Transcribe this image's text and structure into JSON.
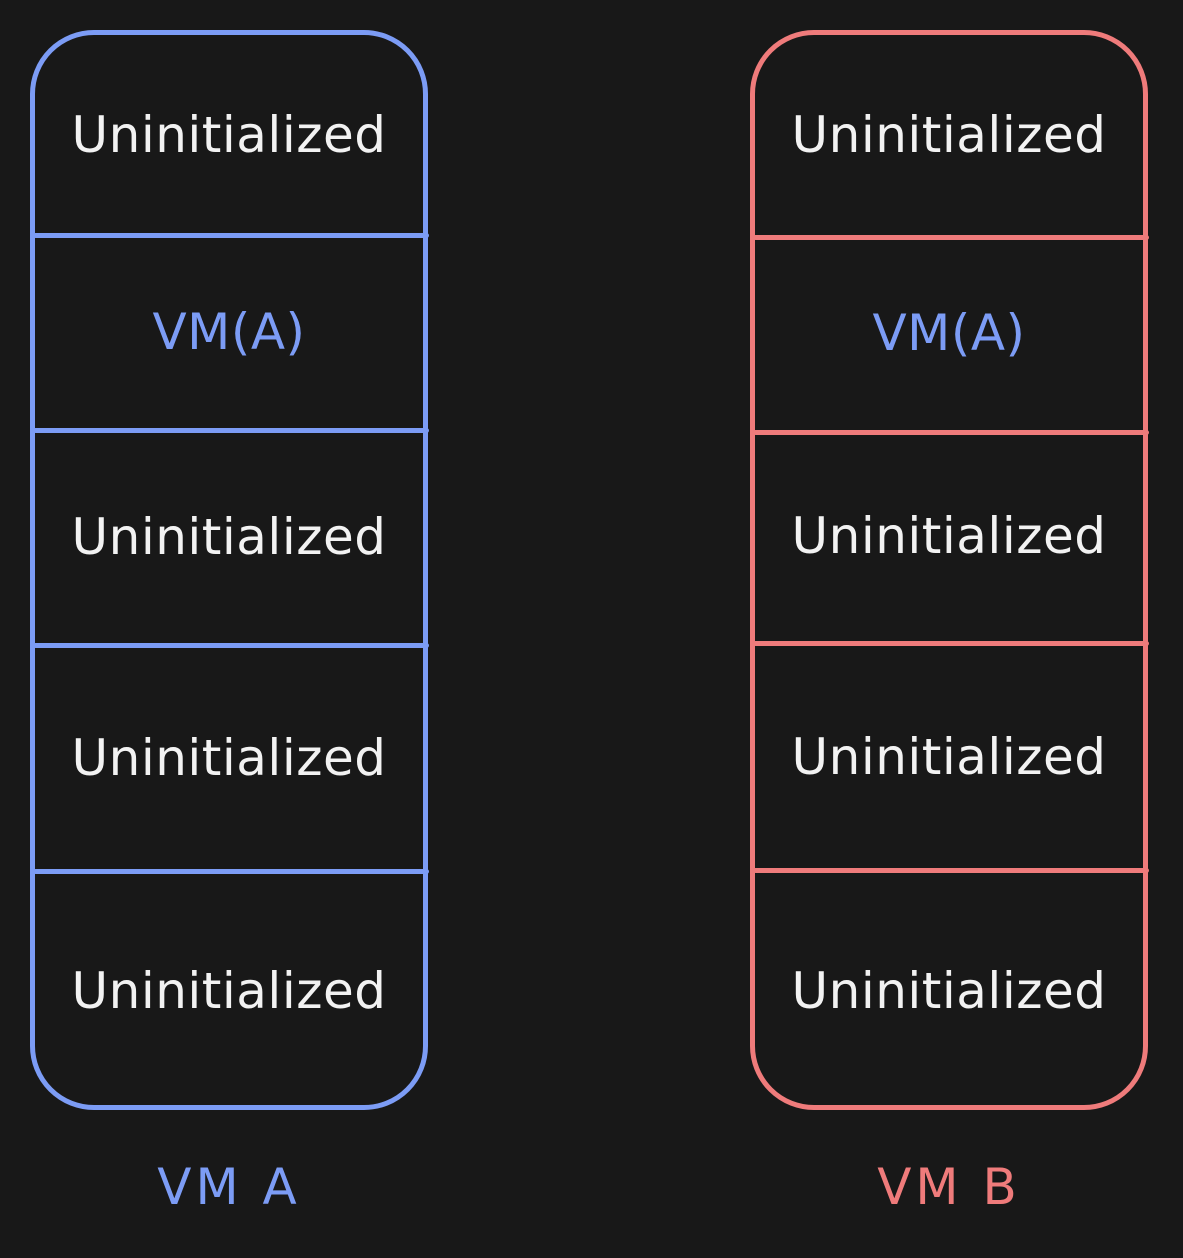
{
  "colors": {
    "background": "#181818",
    "vm_a": "#7c9cf5",
    "vm_b": "#ef7b7b",
    "text": "#f2f2f2"
  },
  "vm_a": {
    "label": "VM A",
    "slots": [
      {
        "text": "Uninitialized",
        "color": "#f2f2f2"
      },
      {
        "text": "VM(A)",
        "color": "#7c9cf5"
      },
      {
        "text": "Uninitialized",
        "color": "#f2f2f2"
      },
      {
        "text": "Uninitialized",
        "color": "#f2f2f2"
      },
      {
        "text": "Uninitialized",
        "color": "#f2f2f2"
      }
    ]
  },
  "vm_b": {
    "label": "VM B",
    "slots": [
      {
        "text": "Uninitialized",
        "color": "#f2f2f2"
      },
      {
        "text": "VM(A)",
        "color": "#7c9cf5"
      },
      {
        "text": "Uninitialized",
        "color": "#f2f2f2"
      },
      {
        "text": "Uninitialized",
        "color": "#f2f2f2"
      },
      {
        "text": "Uninitialized",
        "color": "#f2f2f2"
      }
    ]
  }
}
